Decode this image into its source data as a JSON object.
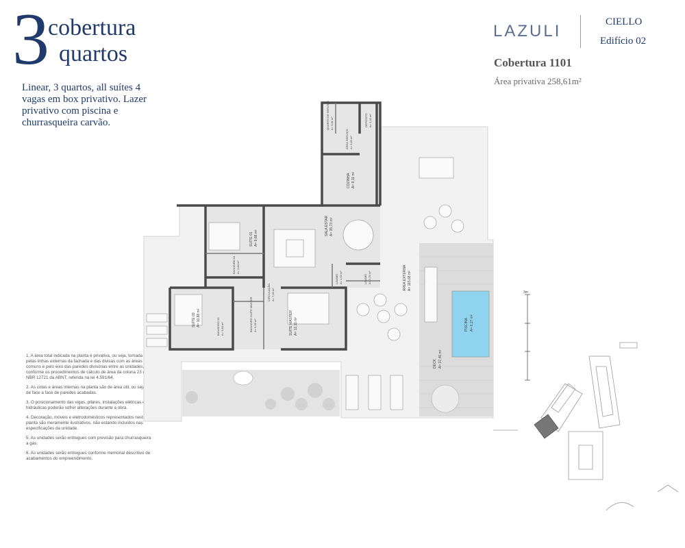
{
  "header": {
    "number": "3",
    "title_line1": "cobertura",
    "title_line2": "quartos",
    "description": "Linear, 3 quartos, all suítes 4 vagas em box privativo. Lazer privativo com piscina e churrasqueira carvão."
  },
  "brand": {
    "logo": "LAZULI",
    "building_line1": "CIELLO",
    "building_line2": "Edifício 02"
  },
  "unit": {
    "title": "Cobertura 1101",
    "area": "Área privativa 258,61m²"
  },
  "rooms": [
    {
      "name": "DEPÓSITO",
      "area": "A= 2,42 m²"
    },
    {
      "name": "QUARTO DE SERVIÇO",
      "area": "A= 3,81 m²"
    },
    {
      "name": "ÁREA SERVIÇO",
      "area": "A= 3,83 m²"
    },
    {
      "name": "COZINHA",
      "area": "A= 8,11 m²"
    },
    {
      "name": "SALA ESTAR",
      "area": "A= 35,73 m²"
    },
    {
      "name": "SUÍTE 01",
      "area": "A= 9,88 m²"
    },
    {
      "name": "BANHEIRO 01",
      "area": "A= 3,84 m²"
    },
    {
      "name": "CIRCULAÇÃO",
      "area": "A= 7,40 m²"
    },
    {
      "name": "LAVABO",
      "area": "A= 1,63 m²"
    },
    {
      "name": "LAVABO",
      "area": "A= 2,29 m²"
    },
    {
      "name": "ÁREA EXTERNA",
      "area": "A= 115,68 m²"
    },
    {
      "name": "SUÍTE 03",
      "area": "A= 10,88 m²"
    },
    {
      "name": "BANHEIRO 03",
      "area": "A= 3,84 m²"
    },
    {
      "name": "BANHEIRO SUÍTE MASTER",
      "area": "A= 5,56 m²"
    },
    {
      "name": "SUÍTE MASTER",
      "area": "A= 12,11 m²"
    },
    {
      "name": "PISCINA",
      "area": "A= 6,27 m²"
    },
    {
      "name": "DECK",
      "area": "A= 37,46 m²"
    }
  ],
  "scale_label": "3m",
  "notes": [
    "1. A área total indicada na planta é privativa, ou seja, tomada pelas linhas externas da fachada e das divisas com as áreas comuns e pelo eixo das paredes divisórias entre as unidades, conforme os procedimentos de cálculo de área da coluna 23 da NBR 12721 da ABNT, referida na lei 4.591/64.",
    "2. As cotas e áreas internas na planta são de área útil, ou seja, de face a face de paredes acabadas.",
    "3. O posicionamento das vigas, pilares, instalações elétricas e hidráulicas poderão sofrer alterações durante a obra.",
    "4. Decoração, móveis e eletrodomésticos representados nesta planta são meramente ilustrativos, não estando incluídos nas especificações da unidade.",
    "5. As unidades serão entregues com previsão para churrasqueira a gás.",
    "6. As unidades serão entregues conforme memorial descritivo de acabamentos do empreendimento."
  ],
  "colors": {
    "brand_blue": "#1f3a6b",
    "pool": "#8fd3ef",
    "wall": "#4a4a4a",
    "floor": "#e9e9e9"
  }
}
